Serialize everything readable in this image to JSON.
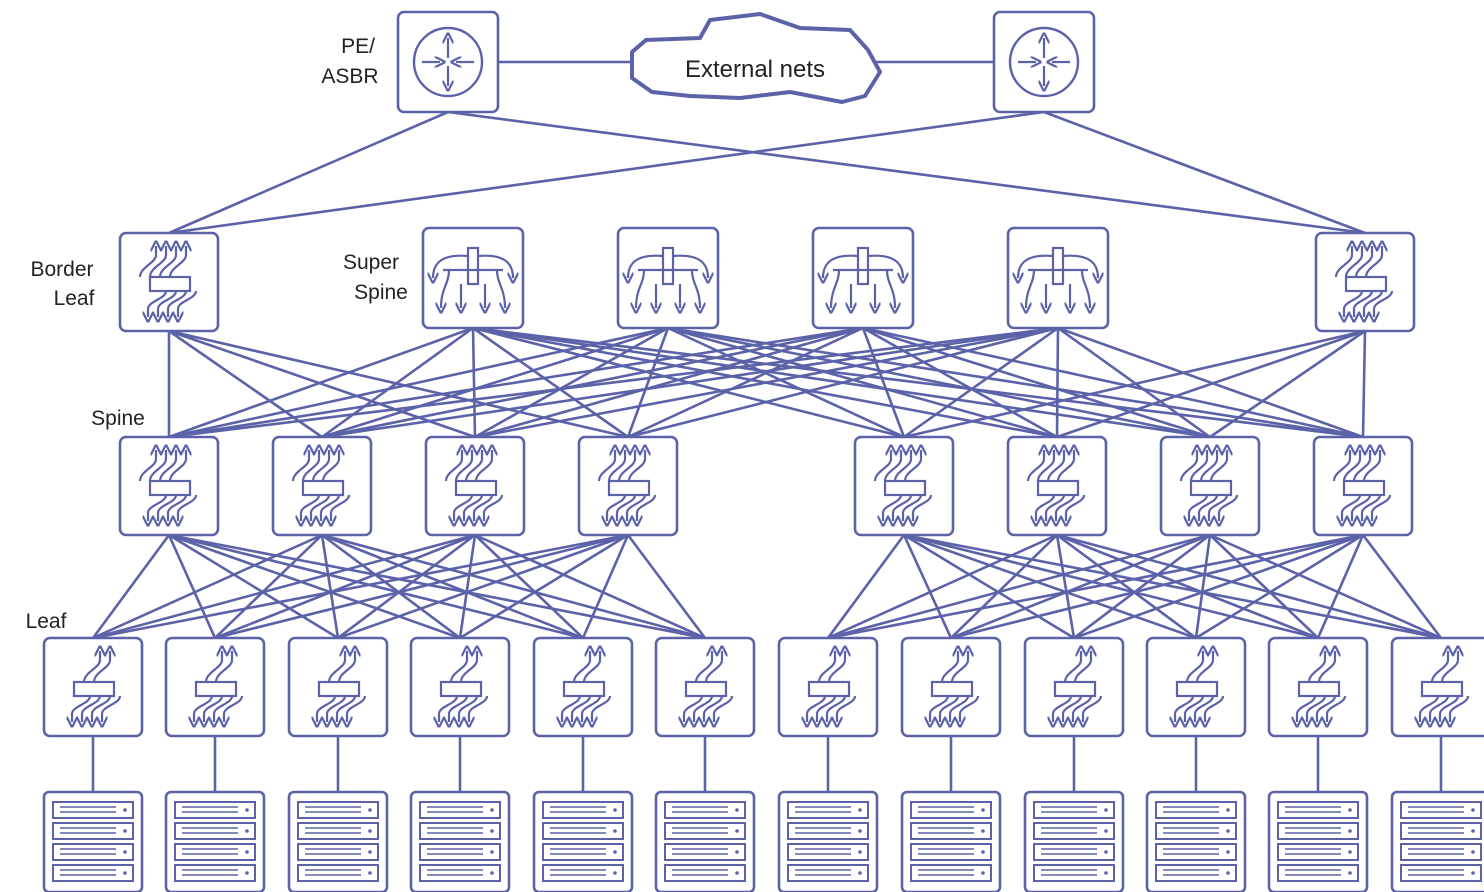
{
  "colors": {
    "stroke": "#5b62a8",
    "text": "#222222",
    "fill": "#ffffff"
  },
  "cloud": {
    "label": "External nets"
  },
  "labels": {
    "pe_line1": "PE/",
    "pe_line2": "ASBR",
    "border_line1": "Border",
    "border_line2": "Leaf",
    "super_line1": "Super",
    "super_line2": "Spine",
    "spine": "Spine",
    "leaf": "Leaf"
  },
  "nodes": {
    "routers": [
      "pe-router-1",
      "pe-router-2"
    ],
    "border_leaves": [
      "border-leaf-1",
      "border-leaf-2"
    ],
    "super_spines": [
      "super-spine-1",
      "super-spine-2",
      "super-spine-3",
      "super-spine-4"
    ],
    "spines": [
      "spine-1",
      "spine-2",
      "spine-3",
      "spine-4",
      "spine-5",
      "spine-6",
      "spine-7",
      "spine-8"
    ],
    "leaves": [
      "leaf-1",
      "leaf-2",
      "leaf-3",
      "leaf-4",
      "leaf-5",
      "leaf-6",
      "leaf-7",
      "leaf-8",
      "leaf-9",
      "leaf-10",
      "leaf-11",
      "leaf-12"
    ],
    "server_racks": [
      "rack-1",
      "rack-2",
      "rack-3",
      "rack-4",
      "rack-5",
      "rack-6",
      "rack-7",
      "rack-8",
      "rack-9",
      "rack-10",
      "rack-11",
      "rack-12"
    ]
  },
  "icons": {
    "router": "router-icon",
    "switch": "switch-icon",
    "super_spine": "super-spine-icon",
    "leaf": "leaf-switch-icon",
    "server": "server-rack-icon"
  }
}
